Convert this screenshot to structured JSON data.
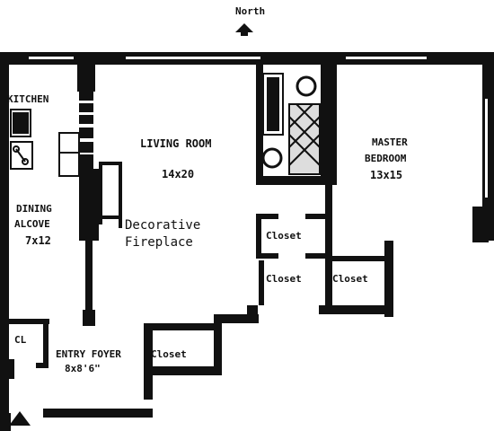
{
  "compass": {
    "label": "North"
  },
  "rooms": {
    "kitchen": {
      "name": "KITCHEN"
    },
    "living": {
      "name": "LIVING ROOM",
      "size": "14x20"
    },
    "master": {
      "name": "MASTER",
      "name2": "BEDROOM",
      "size": "13x15"
    },
    "dining": {
      "name": "DINING",
      "name2": "ALCOVE",
      "size": "7x12"
    },
    "fireplace": {
      "line1": "Decorative",
      "line2": "Fireplace"
    },
    "closet_a": {
      "name": "Closet"
    },
    "closet_b": {
      "name": "Closet"
    },
    "closet_c": {
      "name": "Closet"
    },
    "closet_d": {
      "name": "Closet"
    },
    "cl": {
      "name": "CL"
    },
    "entry": {
      "name": "ENTRY FOYER",
      "size": "8x8'6\""
    }
  },
  "colors": {
    "wall": "#111111",
    "paper": "#ffffff"
  }
}
